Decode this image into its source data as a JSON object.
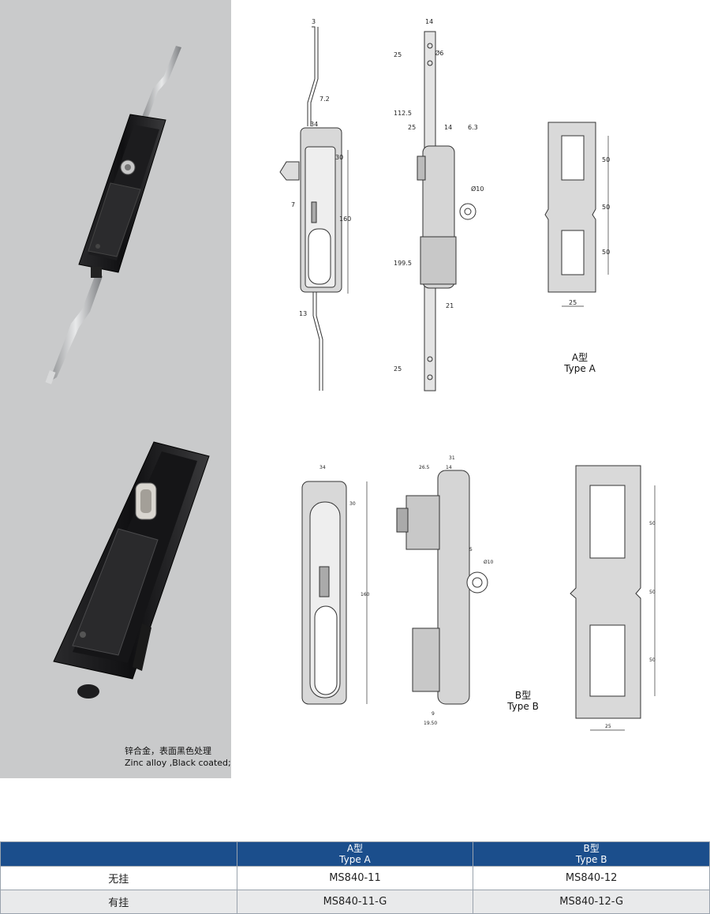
{
  "caption": {
    "line_cn": "锌合金，表面黑色处理",
    "line_en": "Zinc alloy ,Black coated;"
  },
  "drawing_labels": {
    "type_a_cn": "A型",
    "type_a_en": "Type  A",
    "type_b_cn": "B型",
    "type_b_en": "Type  B"
  },
  "dimensions_a": {
    "d3": "3",
    "d7_2": "7.2",
    "d34": "34",
    "d30": "30",
    "d7": "7",
    "d160": "160",
    "d13": "13",
    "d14": "14",
    "d25_top": "25",
    "d6": "Ø6",
    "d112_5": "112.5",
    "d25_mid": "25",
    "d14_mid": "14",
    "d6_3": "6.3",
    "d10": "Ø10",
    "d199_5": "199.5",
    "d21": "21",
    "d25_bot": "25",
    "cut_50a": "50",
    "cut_50b": "50",
    "cut_50c": "50",
    "cut_25": "25"
  },
  "dimensions_b": {
    "d34": "34",
    "d30": "30",
    "d160": "160",
    "d26_5": "26.5",
    "d14": "14",
    "d31": "31",
    "d5": "5",
    "d10": "Ø10",
    "d9": "9",
    "d19_50": "19.50",
    "cut_50a": "50",
    "cut_50b": "50",
    "cut_50c": "50",
    "cut_25": "25"
  },
  "table": {
    "header": {
      "col0": "",
      "col1_cn": "A型",
      "col1_en": "Type  A",
      "col2_cn": "B型",
      "col2_en": "Type  B"
    },
    "rows": [
      {
        "label": "无挂",
        "a": "MS840-11",
        "b": "MS840-12"
      },
      {
        "label": "有挂",
        "a": "MS840-11-G",
        "b": "MS840-12-G"
      }
    ]
  }
}
